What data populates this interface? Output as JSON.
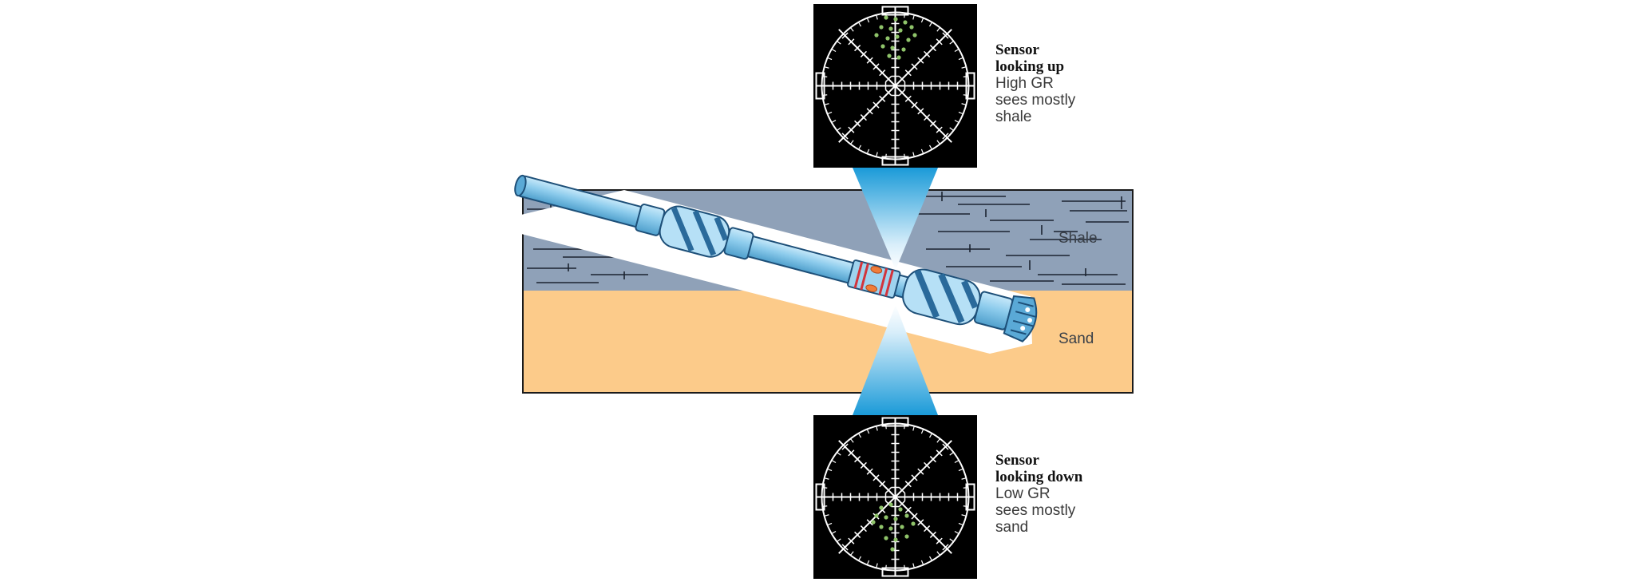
{
  "layers": {
    "shale": "Shale",
    "sand": "Sand"
  },
  "sensor_up": {
    "title_line1": "Sensor",
    "title_line2": "looking up",
    "desc_line1": "High GR",
    "desc_line2": "sees mostly",
    "desc_line3": "shale"
  },
  "sensor_down": {
    "title_line1": "Sensor",
    "title_line2": "looking down",
    "desc_line1": "Low GR",
    "desc_line2": "sees mostly",
    "desc_line3": "sand"
  },
  "colors": {
    "shale": "#8fa1b8",
    "sand": "#fccb8a",
    "tool": "#8ccbec",
    "beam": "#1a9ad8",
    "display_bg": "#000000",
    "dots": "#8fc46a"
  }
}
